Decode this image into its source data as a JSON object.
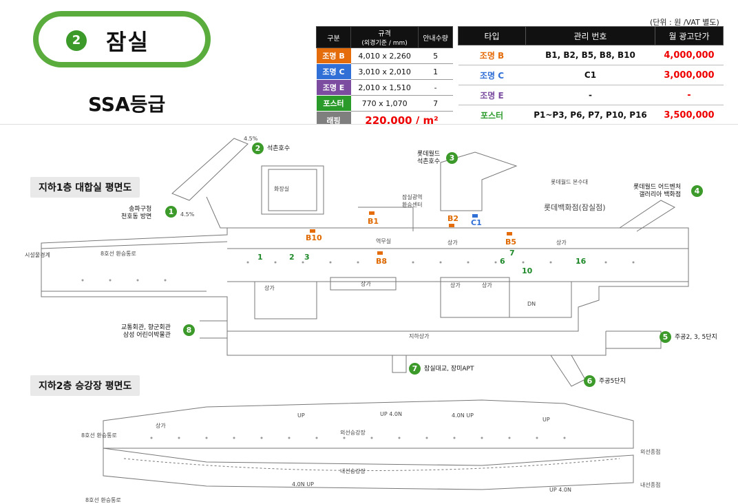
{
  "station": {
    "number": "2",
    "name": "잠실",
    "grade": "SSA등급"
  },
  "unit_note": "(단위 : 원 /VAT 별도)",
  "spec_table": {
    "headers": [
      "구분",
      "규격\n(외경기준 / mm)",
      "안내수량"
    ],
    "header_line1": "규격",
    "header_line2": "(외경기준 / mm)",
    "rows": [
      {
        "label": "조명 B",
        "color": "#e46c0a",
        "size": "4,010 x 2,260",
        "qty": "5"
      },
      {
        "label": "조명 C",
        "color": "#2f6fd6",
        "size": "3,010 x 2,010",
        "qty": "1"
      },
      {
        "label": "조명 E",
        "color": "#7b4ca0",
        "size": "2,010 x 1,510",
        "qty": "-"
      },
      {
        "label": "포스터",
        "color": "#2a9a2a",
        "size": "770 x 1,070",
        "qty": "7"
      }
    ],
    "wrap_label": "래핑",
    "wrap_color": "#7f7f7f",
    "wrap_price": "220,000 / m²"
  },
  "price_table": {
    "headers": [
      "타입",
      "관리 번호",
      "월 광고단가"
    ],
    "rows": [
      {
        "type": "조명 B",
        "type_color": "#e46c0a",
        "ids": "B1, B2, B5, B8, B10",
        "price": "4,000,000"
      },
      {
        "type": "조명 C",
        "type_color": "#2f6fd6",
        "ids": "C1",
        "price": "3,000,000"
      },
      {
        "type": "조명 E",
        "type_color": "#7b4ca0",
        "ids": "-",
        "price": "-"
      },
      {
        "type": "포스터",
        "type_color": "#2a9a2a",
        "ids": "P1~P3, P6, P7, P10, P16",
        "price": "3,500,000"
      }
    ]
  },
  "plan": {
    "b1_title": "지하1층 대합실 평면도",
    "b2_title": "지하2층 승강장 평면도",
    "exits": [
      {
        "n": "1",
        "label": "송파구청\n천호동 방면"
      },
      {
        "n": "2",
        "label": "석촌호수"
      },
      {
        "n": "3",
        "label": "롯데월드\n석촌호수"
      },
      {
        "n": "4",
        "label": "롯데월드 어드벤처\n갤러리아 백화점"
      },
      {
        "n": "5",
        "label": "주공2, 3, 5단지"
      },
      {
        "n": "6",
        "label": "주공5단지"
      },
      {
        "n": "7",
        "label": "잠실대교, 장미APT"
      },
      {
        "n": "8",
        "label": "교통회관, 향군회관\n삼성 어린이박물관"
      }
    ],
    "ad_tags": {
      "B1": "B1",
      "B2": "B2",
      "C1": "C1",
      "B10": "B10",
      "B5": "B5",
      "B8": "B8",
      "P1": "1",
      "P2": "2",
      "P3": "3",
      "P6": "6",
      "P7": "7",
      "P10": "10",
      "P16": "16"
    },
    "texts": {
      "restroom": "화장실",
      "transfer_center": "잠실광역\n환승센터",
      "lotte_main": "롯데월드 본수대",
      "lotte_dept": "롯데백화점(잠실점)",
      "station_office": "역무실",
      "underground_mall": "지하상가",
      "shop": "상가",
      "line8_transfer": "8호선 환승통로",
      "facility": "시설물경계",
      "outer_platform": "외선승강장",
      "inner_platform": "내선승강장",
      "outer_end": "외선종점",
      "inner_end": "내선종점",
      "dn": "DN",
      "up": "UP",
      "up_4": "UP 4.0N",
      "up_4b": "4.0N UP",
      "up_4c": "4.0N UP",
      "up_4d": "UP 4.0N",
      "four_5": "4.5%"
    }
  }
}
